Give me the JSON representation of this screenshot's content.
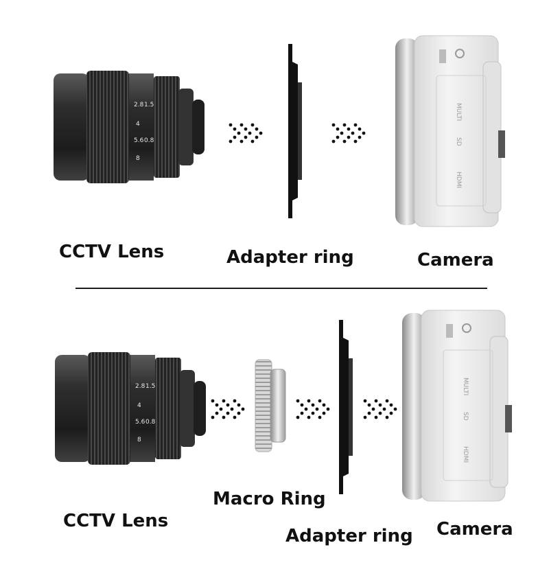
{
  "top_row": {
    "lens_label": "CCTV Lens",
    "adapter_label": "Adapter ring",
    "camera_label": "Camera"
  },
  "bottom_row": {
    "lens_label": "CCTV Lens",
    "macro_label": "Macro Ring",
    "adapter_label": "Adapter ring",
    "camera_label": "Camera"
  },
  "colors": {
    "lens_body": "#2a2a2a",
    "camera_body": "#ececec",
    "lens_mount": "#b8b8b8",
    "arrow": "#111111",
    "divider": "#1a1a1a"
  },
  "icons": [
    "cctv-lens-icon",
    "adapter-ring-icon",
    "camera-icon",
    "macro-ring-icon",
    "chevron-arrow-icon"
  ]
}
